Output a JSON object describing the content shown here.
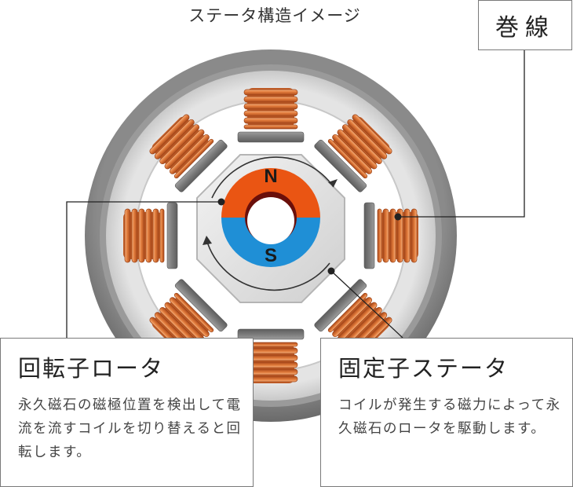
{
  "title": "ステータ構造イメージ",
  "winding_label": "巻線",
  "rotor": {
    "north_label": "N",
    "south_label": "S",
    "title": "回転子ロータ",
    "description": "永久磁石の磁極位置を検出して電流を流すコイルを切り替えると回転します。"
  },
  "stator": {
    "title": "固定子ステータ",
    "description": "コイルが発生する磁力によって永久磁石のロータを駆動します。"
  },
  "colors": {
    "outer_ring": "#7d7d7d",
    "inner_ring": "#d8d8d8",
    "coil": "#e07a3a",
    "north_pole": "#ea5513",
    "south_pole": "#1f8fd6"
  }
}
